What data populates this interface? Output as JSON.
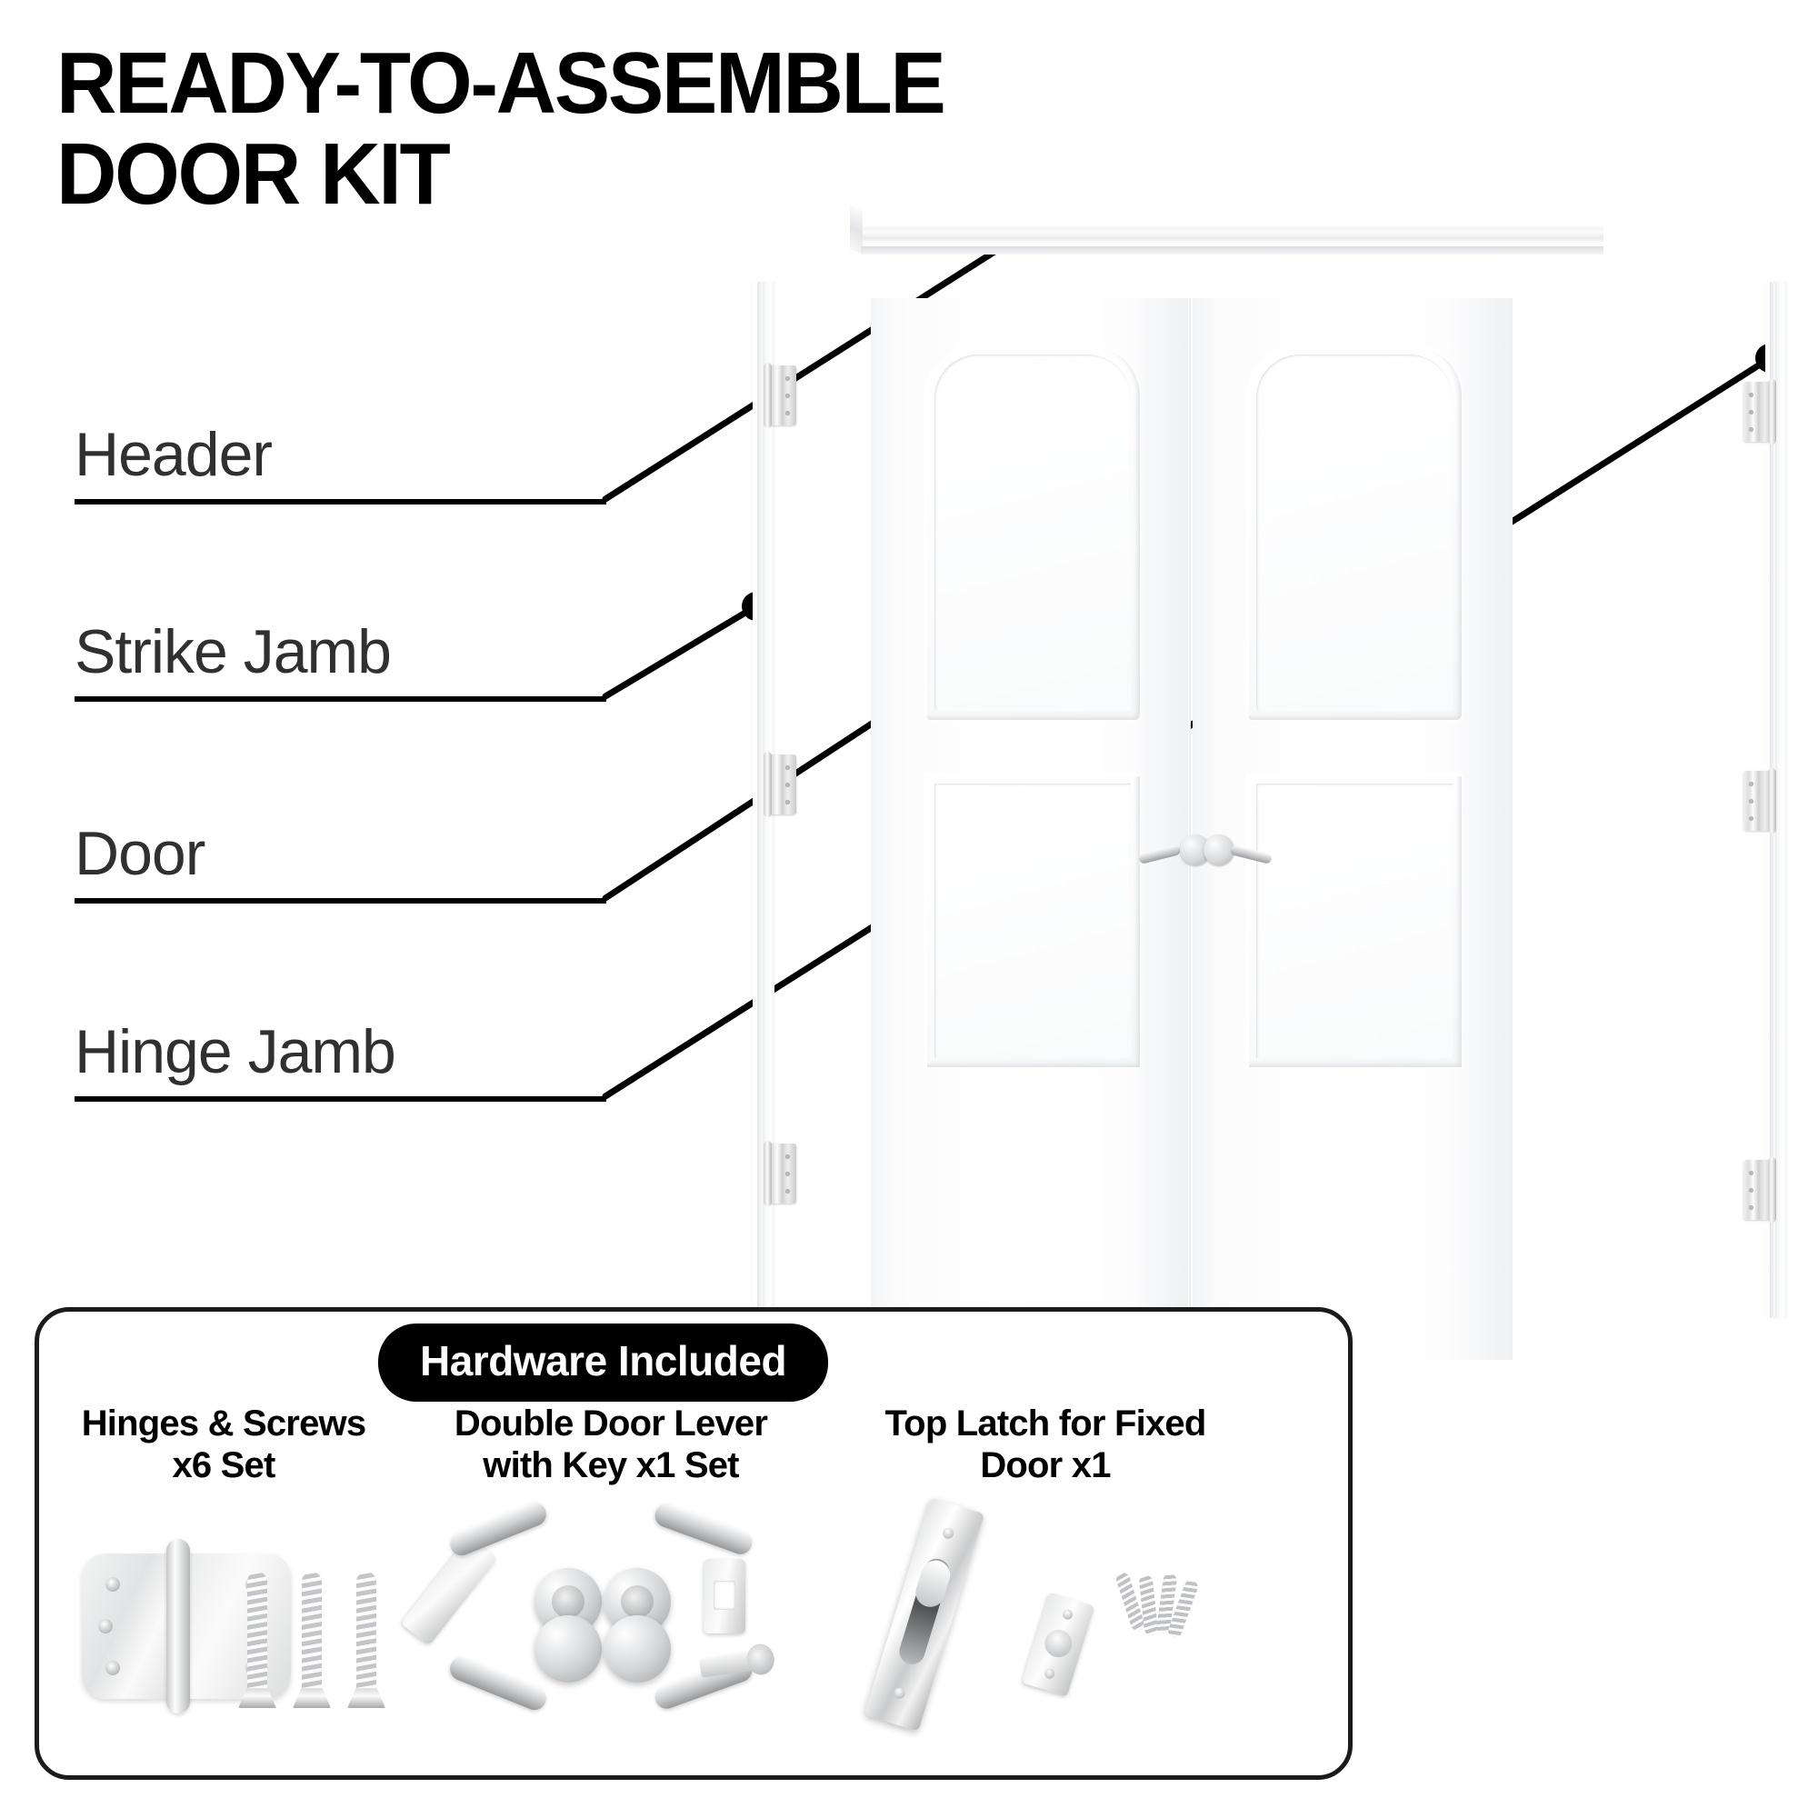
{
  "title": "READY-TO-ASSEMBLE\nDOOR KIT",
  "callouts": [
    {
      "label": "Header",
      "name": "header"
    },
    {
      "label": "Strike Jamb",
      "name": "strike-jamb"
    },
    {
      "label": "Door",
      "name": "door"
    },
    {
      "label": "Hinge Jamb",
      "name": "hinge-jamb"
    }
  ],
  "hardware": {
    "badge": "Hardware Included",
    "items": [
      {
        "label": "Hinges & Screws\nx6 Set",
        "name": "hinges-and-screws"
      },
      {
        "label": "Double Door Lever\nwith Key x1 Set",
        "name": "double-door-lever"
      },
      {
        "label": "Top Latch for Fixed\nDoor x1",
        "name": "top-latch"
      }
    ]
  },
  "colors": {
    "background": "#ffffff",
    "title_text": "#000000",
    "callout_text": "#303030",
    "leader_line": "#000000",
    "panel_border": "#1b1b1b",
    "badge_background": "#000000",
    "badge_text": "#ffffff",
    "hardware_metal": "#d2d4d6",
    "door_white": "#ffffff"
  },
  "door_assembly": {
    "components": [
      "header",
      "hinge-jamb-left",
      "door-left",
      "door-right",
      "strike-jamb-right",
      "hinges",
      "levers"
    ],
    "hinge_count": 6,
    "door_panels_per_leaf": 2
  }
}
